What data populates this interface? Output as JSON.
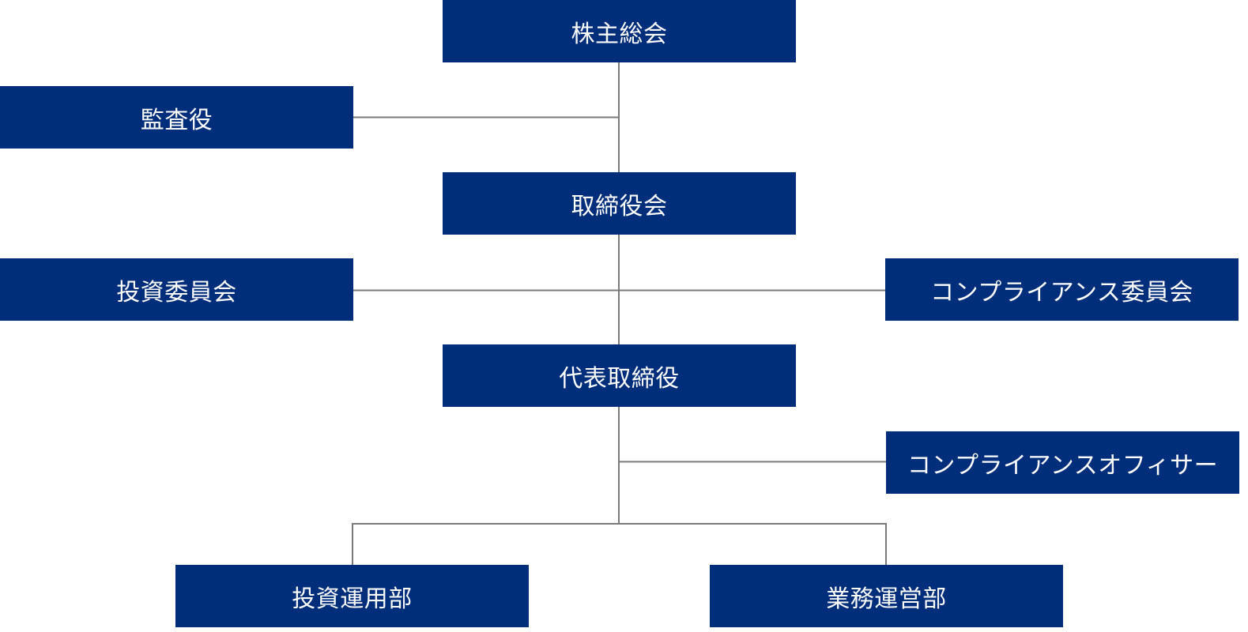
{
  "colors": {
    "box_fill": "#002e7b",
    "box_text": "#ffffff",
    "connector": "#7a7a7a",
    "background": "#ffffff"
  },
  "org_chart": {
    "shareholders_meeting": "株主総会",
    "auditor": "監査役",
    "board_of_directors": "取締役会",
    "investment_committee": "投資委員会",
    "compliance_committee": "コンプライアンス委員会",
    "representative_director": "代表取締役",
    "compliance_officer": "コンプライアンスオフィサー",
    "investment_management_dept": "投資運用部",
    "business_operations_dept": "業務運営部"
  }
}
